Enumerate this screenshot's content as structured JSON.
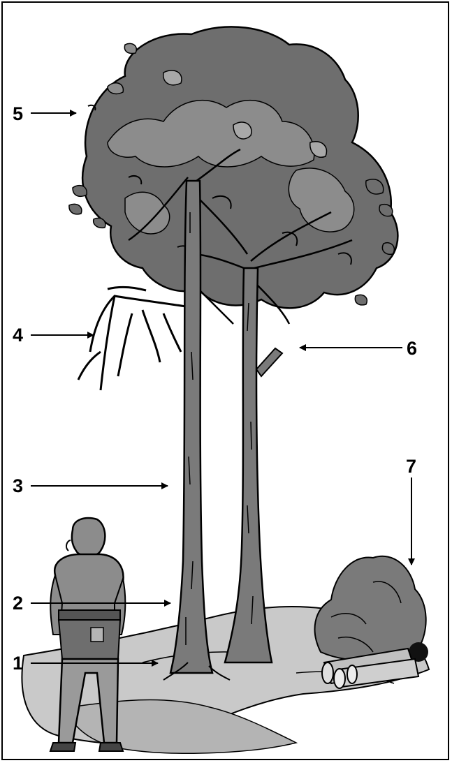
{
  "labels": [
    {
      "id": "1",
      "text": "1"
    },
    {
      "id": "2",
      "text": "2"
    },
    {
      "id": "3",
      "text": "3"
    },
    {
      "id": "4",
      "text": "4"
    },
    {
      "id": "5",
      "text": "5"
    },
    {
      "id": "6",
      "text": "6"
    },
    {
      "id": "7",
      "text": "7"
    }
  ],
  "colors": {
    "foliage_dark": "#6e6e6e",
    "foliage_mid": "#8c8c8c",
    "foliage_light": "#a8a8a8",
    "trunk": "#7a7a7a",
    "ground": "#c9c9c9",
    "ground_dark": "#9a9a9a",
    "outline": "#000000"
  }
}
